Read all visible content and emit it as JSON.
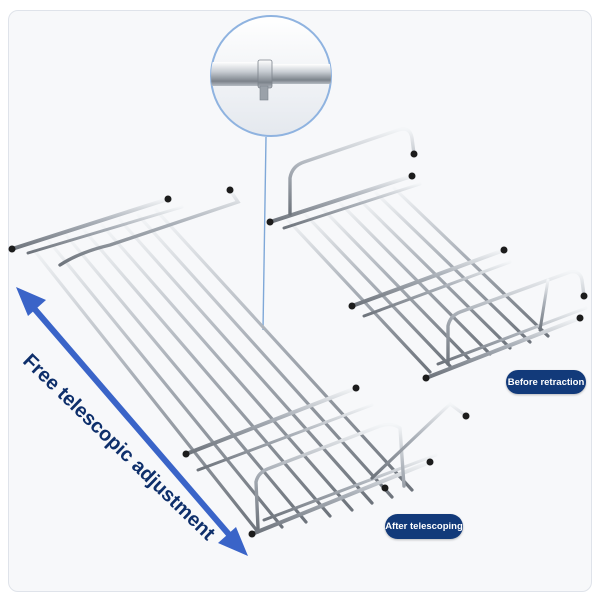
{
  "badges": {
    "before": "Before retraction",
    "after": "After telescoping"
  },
  "slogan": "Free telescopic adjustment",
  "colors": {
    "badge_background": "#123a7a",
    "arrow": "#3a64c8",
    "slogan": "#0e2f6b",
    "chrome_dark": "#6e747c",
    "chrome_light": "#e8ebef",
    "rubber_cap": "#1c1c1c"
  }
}
